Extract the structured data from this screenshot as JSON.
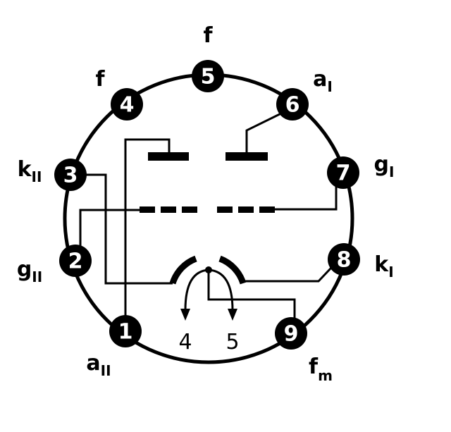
{
  "pins": [
    {
      "num": "1",
      "label": "a",
      "sub": "II"
    },
    {
      "num": "2",
      "label": "g",
      "sub": "II"
    },
    {
      "num": "3",
      "label": "k",
      "sub": "II"
    },
    {
      "num": "4",
      "label": "f",
      "sub": ""
    },
    {
      "num": "5",
      "label": "f",
      "sub": ""
    },
    {
      "num": "6",
      "label": "a",
      "sub": "I"
    },
    {
      "num": "7",
      "label": "g",
      "sub": "I"
    },
    {
      "num": "8",
      "label": "k",
      "sub": "I"
    },
    {
      "num": "9",
      "label": "f",
      "sub": "m"
    }
  ],
  "heater_labels": [
    "4",
    "5"
  ]
}
